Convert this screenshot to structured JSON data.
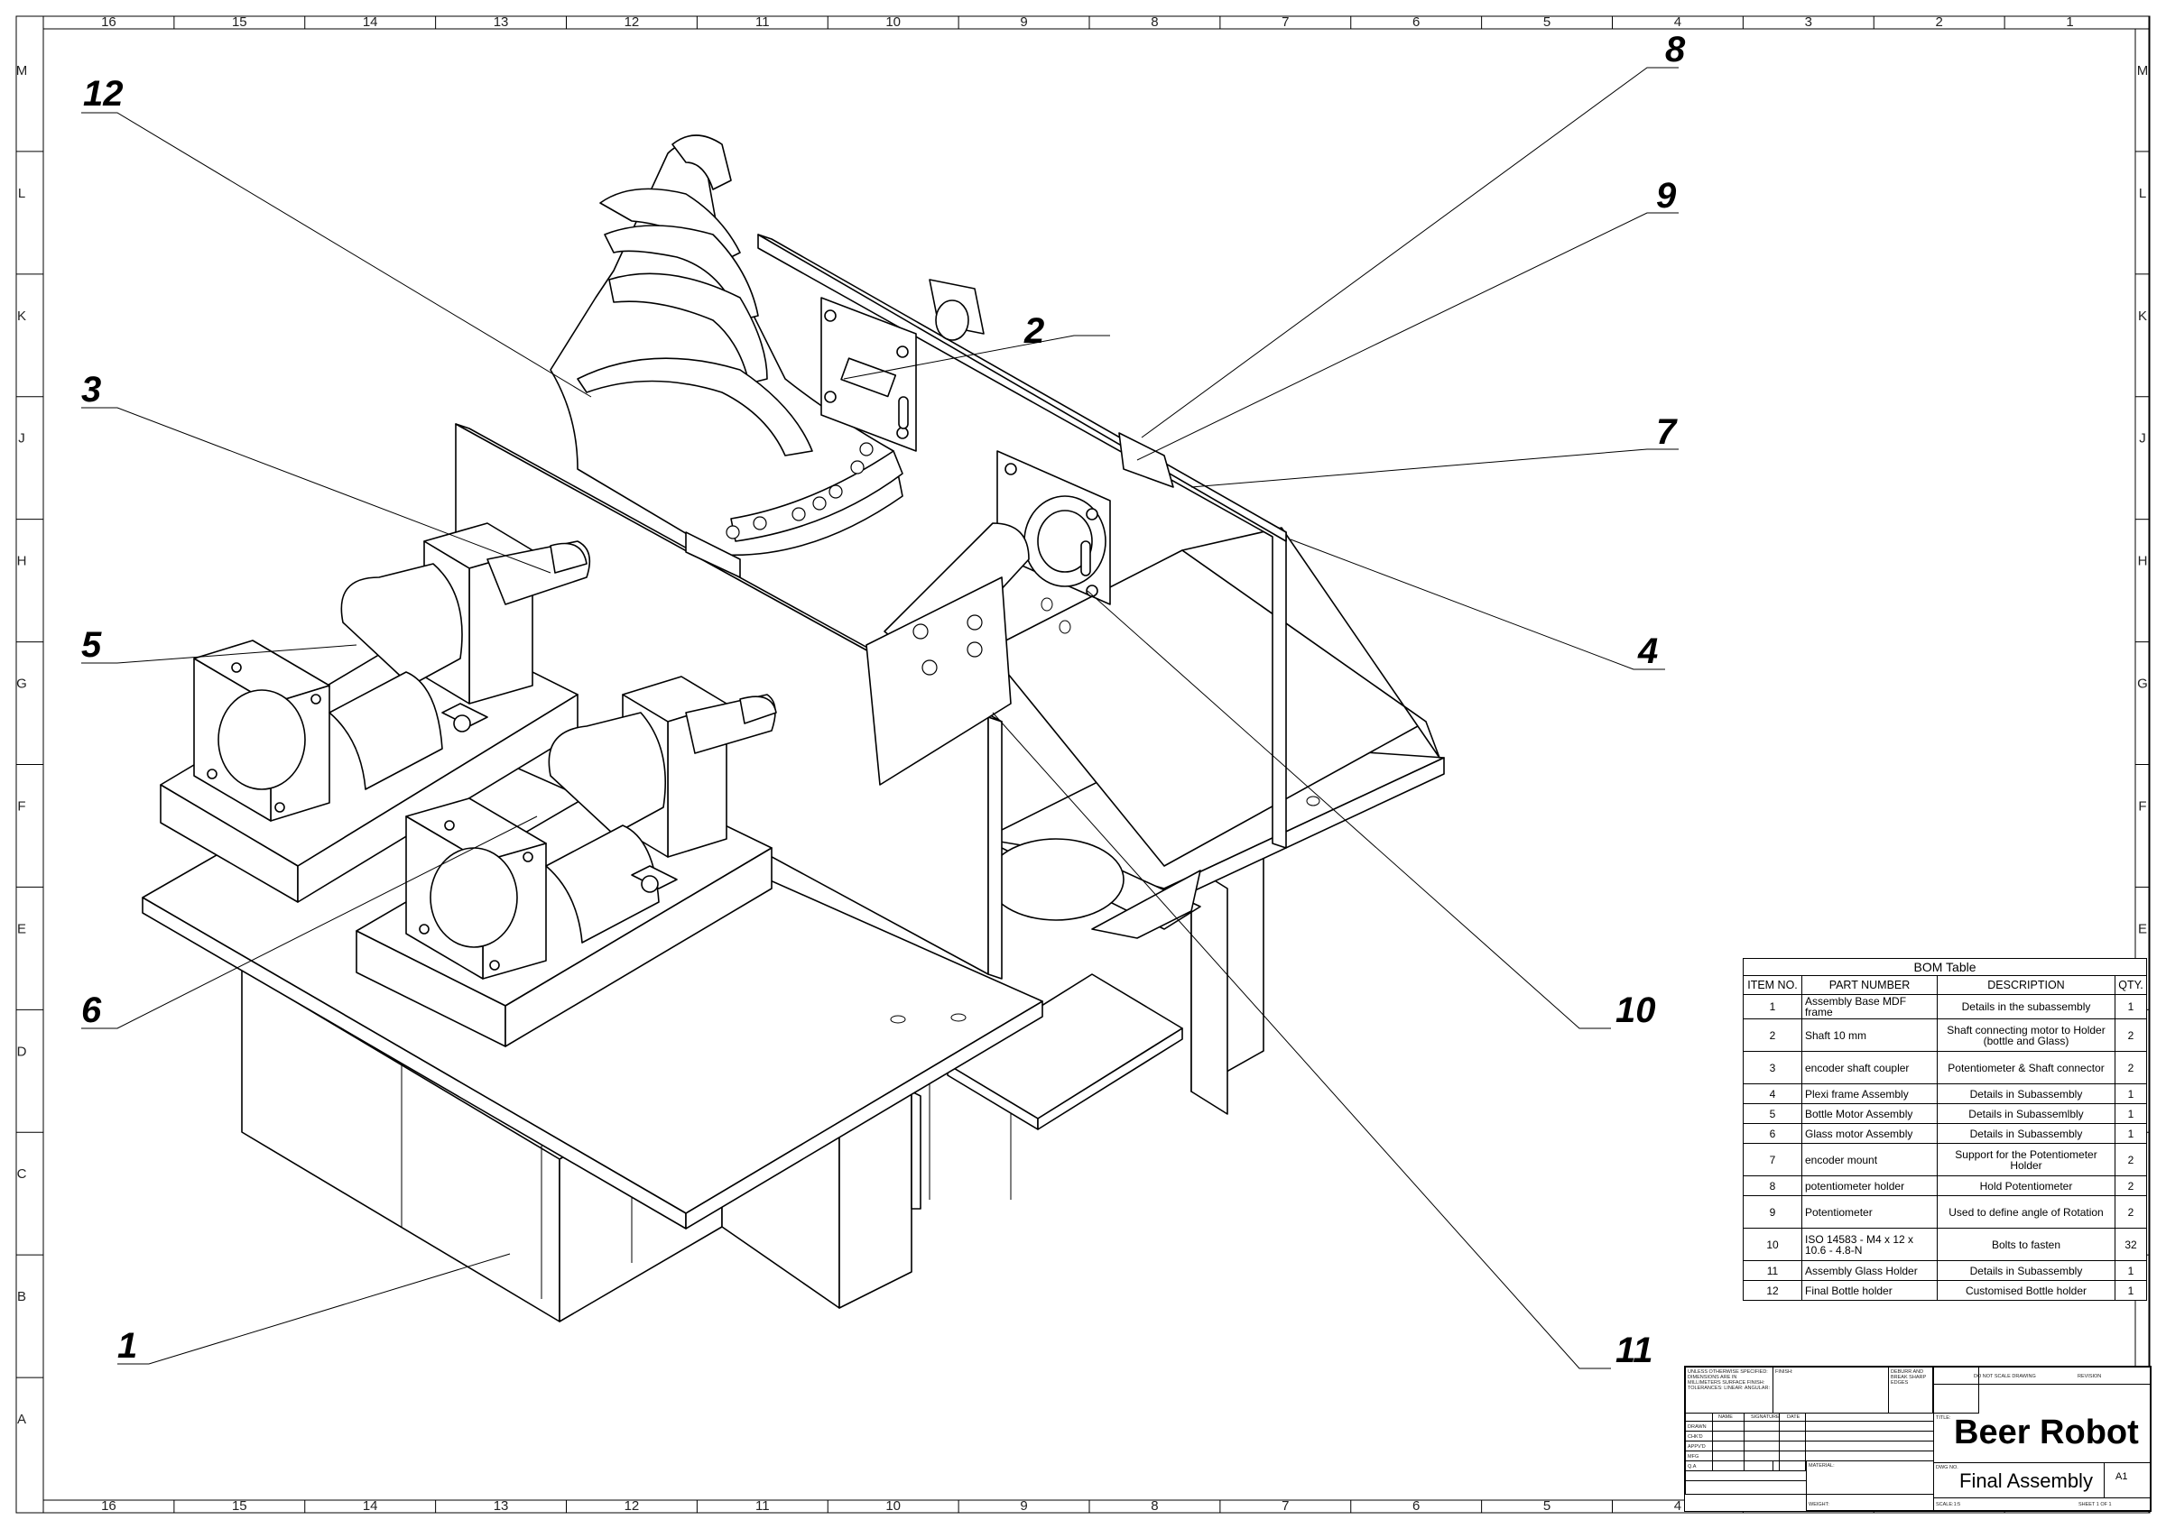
{
  "zones": {
    "columns": [
      "16",
      "15",
      "14",
      "13",
      "12",
      "11",
      "10",
      "9",
      "8",
      "7",
      "6",
      "5",
      "4",
      "3",
      "2",
      "1"
    ],
    "rows": [
      "M",
      "L",
      "K",
      "J",
      "H",
      "G",
      "F",
      "E",
      "D",
      "C",
      "B",
      "A"
    ]
  },
  "balloons": [
    {
      "id": "b1",
      "label": "1"
    },
    {
      "id": "b2",
      "label": "2"
    },
    {
      "id": "b3",
      "label": "3"
    },
    {
      "id": "b4",
      "label": "4"
    },
    {
      "id": "b5",
      "label": "5"
    },
    {
      "id": "b6",
      "label": "6"
    },
    {
      "id": "b7",
      "label": "7"
    },
    {
      "id": "b8",
      "label": "8"
    },
    {
      "id": "b9",
      "label": "9"
    },
    {
      "id": "b10",
      "label": "10"
    },
    {
      "id": "b11",
      "label": "11"
    },
    {
      "id": "b12",
      "label": "12"
    }
  ],
  "bom": {
    "title": "BOM Table",
    "headers": {
      "item": "ITEM NO.",
      "part": "PART NUMBER",
      "desc": "DESCRIPTION",
      "qty": "QTY."
    },
    "rows": [
      {
        "item": "1",
        "part": "Assembly Base MDF frame",
        "desc": "Details in the subassembly",
        "qty": "1"
      },
      {
        "item": "2",
        "part": "Shaft 10 mm",
        "desc": "Shaft connecting motor to Holder (bottle and Glass)",
        "qty": "2"
      },
      {
        "item": "3",
        "part": "encoder shaft coupler",
        "desc": "Potentiometer & Shaft connector",
        "qty": "2"
      },
      {
        "item": "4",
        "part": "Plexi frame Assembly",
        "desc": "Details in Subassembly",
        "qty": "1"
      },
      {
        "item": "5",
        "part": "Bottle Motor Assembly",
        "desc": "Details in Subassemlbly",
        "qty": "1"
      },
      {
        "item": "6",
        "part": "Glass motor Assembly",
        "desc": "Details in Subassembly",
        "qty": "1"
      },
      {
        "item": "7",
        "part": "encoder mount",
        "desc": "Support for the Potentiometer Holder",
        "qty": "2"
      },
      {
        "item": "8",
        "part": "potentiometer holder",
        "desc": "Hold Potentiometer",
        "qty": "2"
      },
      {
        "item": "9",
        "part": "Potentiometer",
        "desc": "Used to define angle of Rotation",
        "qty": "2"
      },
      {
        "item": "10",
        "part": "ISO 14583 - M4 x 12 x 10.6 - 4.8-N",
        "desc": "Bolts to fasten",
        "qty": "32"
      },
      {
        "item": "11",
        "part": "Assembly Glass Holder",
        "desc": "Details in Subassembly",
        "qty": "1"
      },
      {
        "item": "12",
        "part": "Final Bottle holder",
        "desc": "Customised Bottle holder",
        "qty": "1"
      }
    ]
  },
  "title_block": {
    "notes": "UNLESS OTHERWISE SPECIFIED: DIMENSIONS ARE IN MILLIMETERS SURFACE FINISH: TOLERANCES: LINEAR: ANGULAR:",
    "finish": "FINISH:",
    "deburr": "DEBURR AND BREAK SHARP EDGES",
    "do_not_scale": "DO NOT SCALE DRAWING",
    "revision": "REVISION",
    "name": "NAME",
    "signature": "SIGNATURE",
    "date": "DATE",
    "title_label": "TITLE:",
    "drawn": "DRAWN",
    "chkd": "CHK'D",
    "appvd": "APPV'D",
    "mfg": "MFG",
    "qa": "Q.A",
    "material": "MATERIAL:",
    "dwg_no_label": "DWG NO.",
    "weight": "WEIGHT:",
    "scale": "SCALE:1:5",
    "sheet": "SHEET 1 OF 1",
    "title": "Beer Robot",
    "dwg_name": "Final Assembly",
    "size": "A1"
  }
}
